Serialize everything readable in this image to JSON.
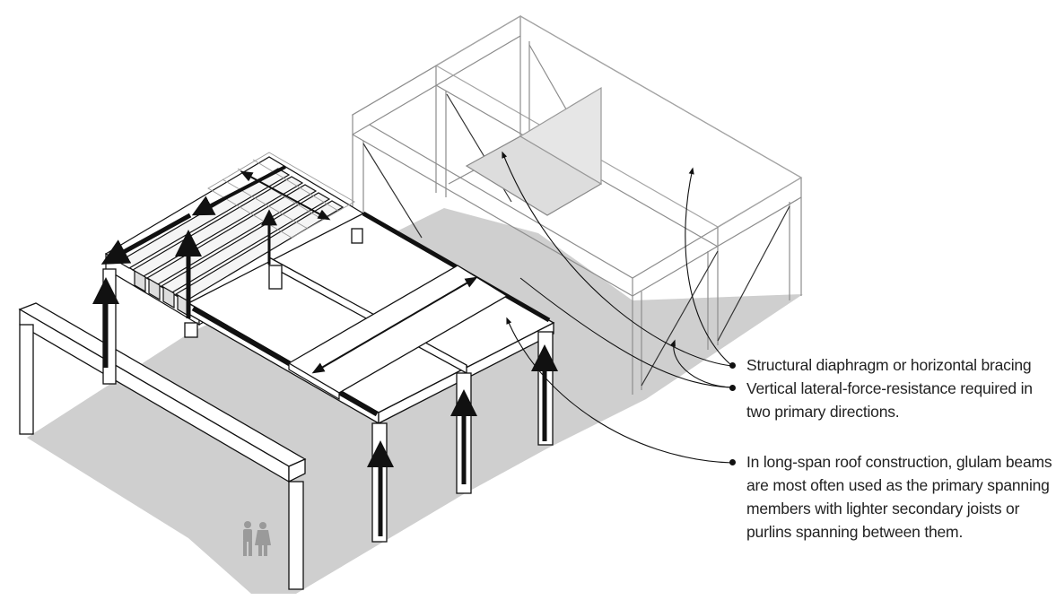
{
  "callouts": {
    "diaphragm": {
      "lines": [
        "Structural diaphragm or horizontal bracing"
      ]
    },
    "lateral": {
      "lines": [
        "Vertical lateral-force-resistance required in",
        "two primary directions."
      ]
    },
    "glulam": {
      "lines": [
        "In long-span roof construction, glulam beams",
        "are most often used as the primary spanning",
        "members with lighter secondary joists or",
        "purlins spanning between them."
      ]
    }
  },
  "colors": {
    "ink": "#111111",
    "shadow": "#cfcfcf",
    "pale_fill": "#eeeeee",
    "ghost_line": "#9a9a9a"
  },
  "icons": [
    "human-figures-icon"
  ]
}
